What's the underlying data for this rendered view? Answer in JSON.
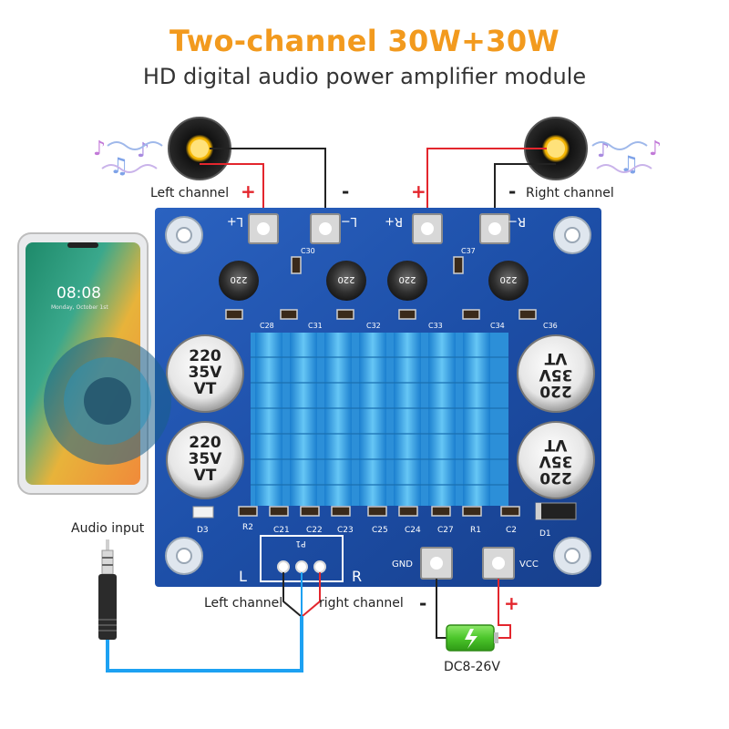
{
  "title": "Two-channel 30W+30W",
  "subtitle": "HD digital audio power amplifier module",
  "speaker_labels": {
    "left": "Left channel",
    "right": "Right channel"
  },
  "polarity": {
    "plus": "+",
    "minus": "-"
  },
  "board": {
    "terminals": {
      "l_plus": "L+",
      "l_minus": "L−",
      "r_plus": "R+",
      "r_minus": "R−",
      "gnd": "GND",
      "vcc": "VCC"
    },
    "inductor_marking": "220",
    "capacitor_marking": [
      "220",
      "35V",
      "VT"
    ],
    "top_refs": [
      "C30",
      "C37",
      "C28",
      "C31",
      "C32",
      "C33",
      "C34",
      "C36"
    ],
    "bottom_refs": [
      "R2",
      "C21",
      "C22",
      "C23",
      "C25",
      "C24",
      "C27",
      "R1",
      "C2"
    ],
    "diode_refs": [
      "D3",
      "D1"
    ],
    "input_header": "P1",
    "side_letters": {
      "left": "L",
      "right": "R"
    }
  },
  "phone": {
    "time": "08:08",
    "date": "Monday, October 1st"
  },
  "audio_input_label": "Audio input",
  "input_labels": {
    "left": "Left channel",
    "right": "right channel"
  },
  "power_label": "DC8-26V",
  "colors": {
    "title": "#f29a1e",
    "board": "#1d4fa8",
    "heatsink": "#3aa7e8",
    "wire_red": "#e3262d",
    "wire_blue": "#1da1f2",
    "battery": "#4cc62b"
  }
}
